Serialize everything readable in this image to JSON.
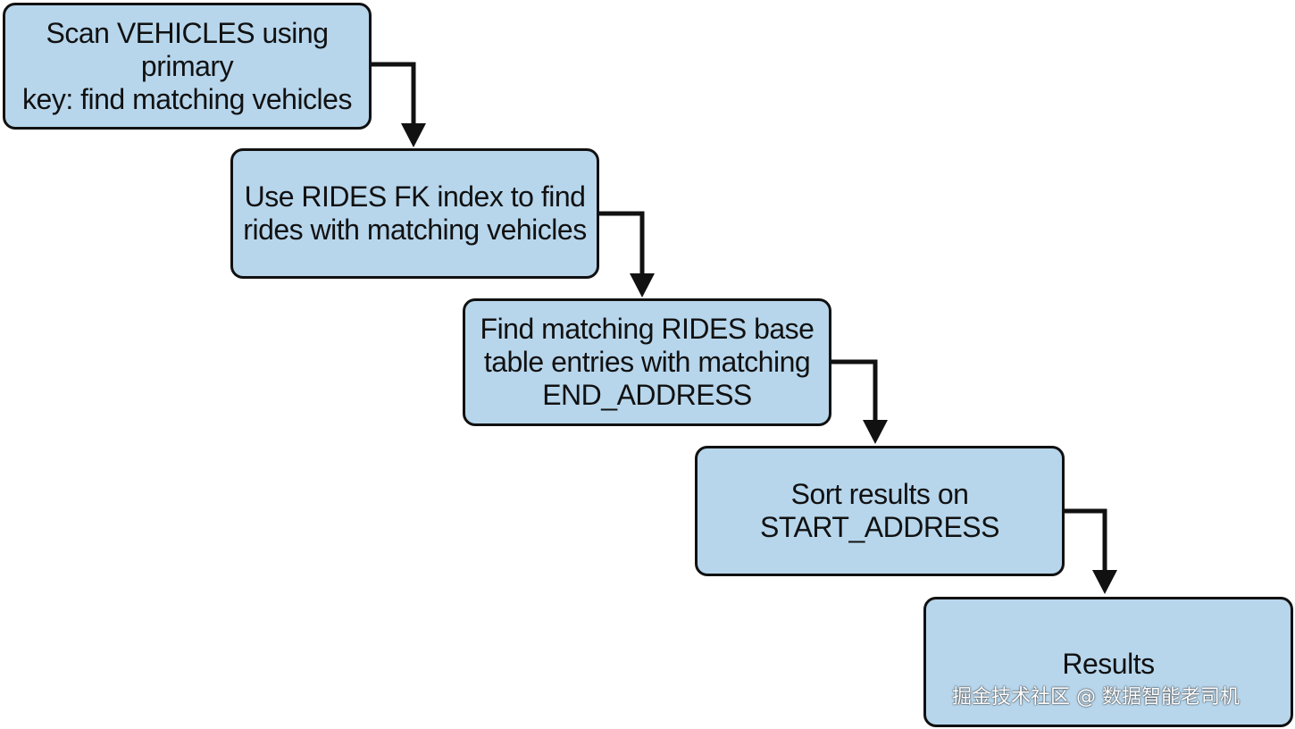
{
  "diagram": {
    "steps": [
      {
        "label": "Scan VEHICLES using primary\nkey: find matching vehicles"
      },
      {
        "label": "Use RIDES FK index to find\nrides with matching vehicles"
      },
      {
        "label": "Find matching RIDES base\ntable entries with matching\nEND_ADDRESS"
      },
      {
        "label": "Sort results on\nSTART_ADDRESS"
      },
      {
        "label": "Results"
      }
    ],
    "watermark": "掘金技术社区 @ 数据智能老司机",
    "colors": {
      "box_fill": "#b7d6ec",
      "box_stroke": "#111111",
      "arrow": "#111111"
    }
  }
}
